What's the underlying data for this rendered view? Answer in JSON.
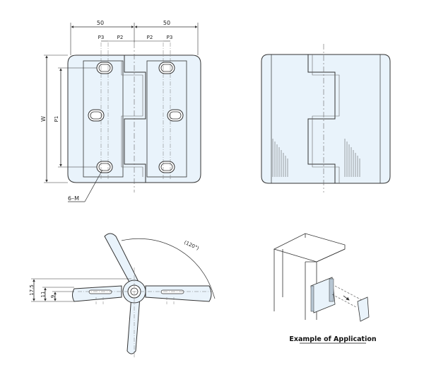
{
  "front_view": {
    "dim_overall_left": "50",
    "dim_overall_right": "50",
    "dim_p3_left": "P3",
    "dim_p2_left": "P2",
    "dim_p2_right": "P2",
    "dim_p3_right": "P3",
    "dim_w": "W",
    "dim_p1": "P1",
    "callout_holes": "6–M"
  },
  "side_view": {
    "angle_label": "(120°)",
    "dim_17_5": "17.5",
    "dim_11": "11",
    "dim_9": "9"
  },
  "application": {
    "caption": "Example of Application"
  },
  "colors": {
    "fill": "#e9f3fb",
    "stroke": "#333333",
    "accent_line": "#555555"
  }
}
